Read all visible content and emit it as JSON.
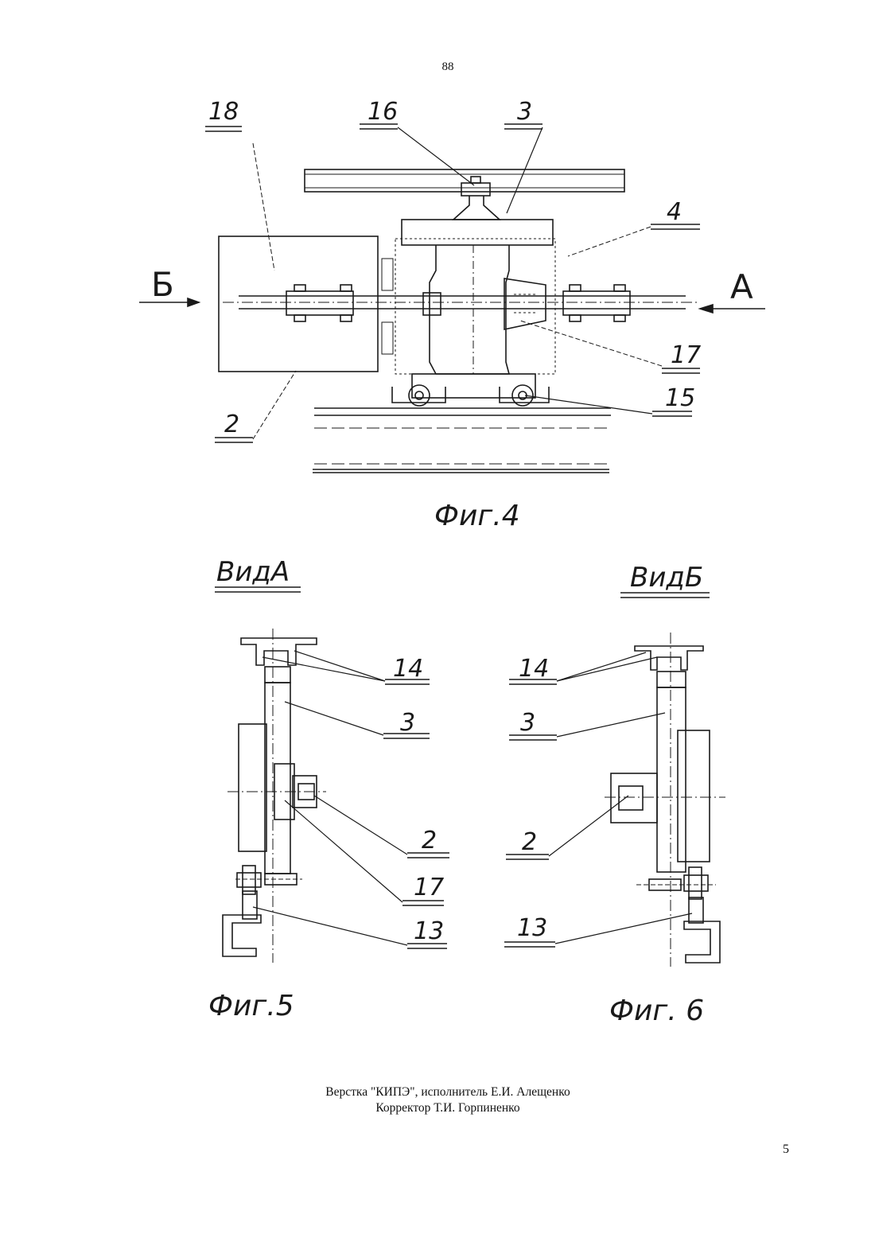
{
  "header": {
    "page_number": "88"
  },
  "figure4": {
    "caption": "Фиг.4",
    "view_arrows": {
      "left": "Б",
      "right": "А"
    },
    "callouts": {
      "c18": "18",
      "c16": "16",
      "c3": "3",
      "c4": "4",
      "c17": "17",
      "c15": "15",
      "c2": "2"
    }
  },
  "figure5": {
    "title": "ВидА",
    "caption": "Фиг.5",
    "callouts": {
      "c14": "14",
      "c3": "3",
      "c2": "2",
      "c17": "17",
      "c13": "13"
    }
  },
  "figure6": {
    "title": "ВидБ",
    "caption": "Фиг. 6",
    "callouts": {
      "c14": "14",
      "c3": "3",
      "c2": "2",
      "c13": "13"
    }
  },
  "footer": {
    "credit_line1": "Верстка \"КИПЭ\", исполнитель Е.И. Алещенко",
    "credit_line2": "Корректор Т.И. Горпиненко",
    "page_number": "5"
  }
}
